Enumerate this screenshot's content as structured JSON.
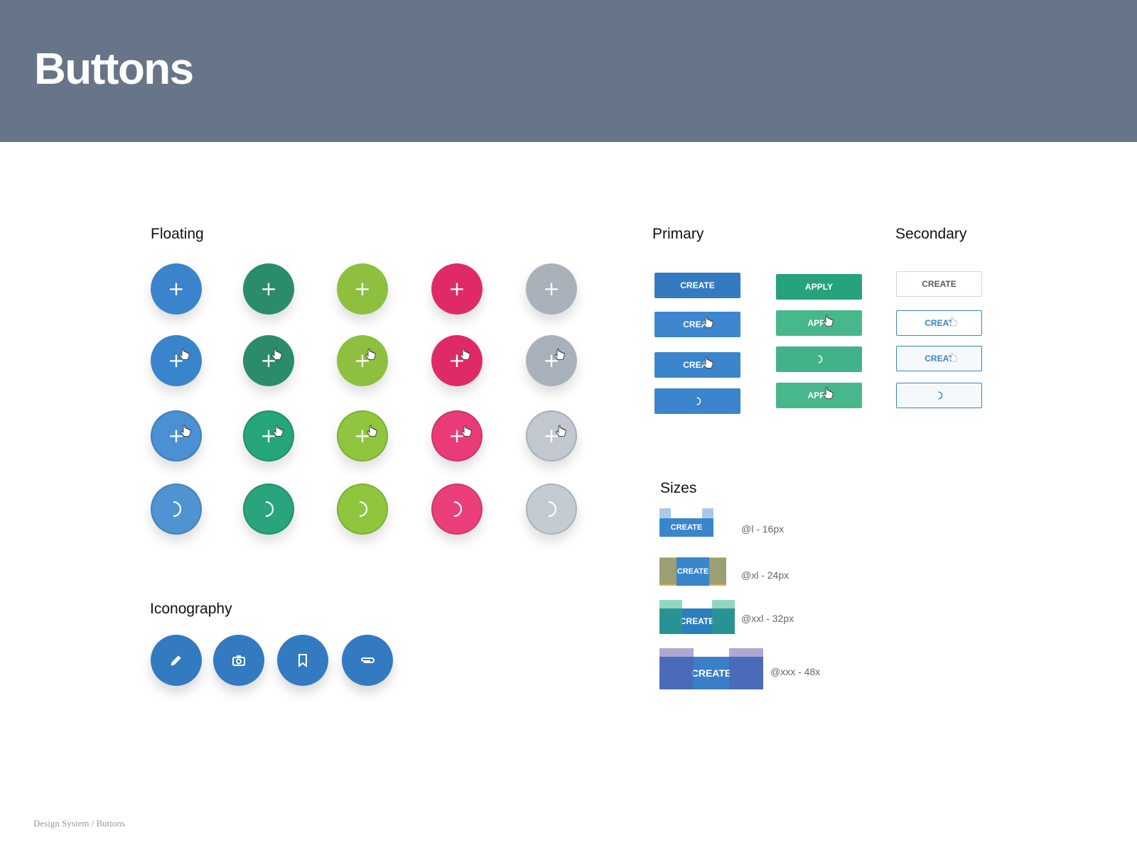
{
  "header": {
    "title": "Buttons"
  },
  "sections": {
    "floating": "Floating",
    "primary": "Primary",
    "secondary": "Secondary",
    "sizes": "Sizes",
    "iconography": "Iconography"
  },
  "floating": {
    "plus_glyph": "+",
    "colors": {
      "blue": [
        "#3a84cc",
        "#3a84cc",
        "#4a90d2",
        "#4f93d3"
      ],
      "green": [
        "#2a8c6a",
        "#2a8c6a",
        "#25a57a",
        "#28a57c"
      ],
      "lime": [
        "#8ebf3e",
        "#8ebf3e",
        "#8fc63d",
        "#8fc63d"
      ],
      "pink": [
        "#e02a68",
        "#e02a68",
        "#e93b78",
        "#ea3f7a"
      ],
      "gray": [
        "#a9b1bb",
        "#a9b1bb",
        "#c2c8d0",
        "#c5cbd2"
      ]
    }
  },
  "primary": {
    "create_label": "CREATE",
    "create_hover": "CREAT",
    "apply_label": "APPLY",
    "apply_hover": "APPL",
    "blue": "#337ac0",
    "blue_hover": "#3d87cf",
    "green": "#27a27b",
    "green_hover": "#3fb489"
  },
  "secondary": {
    "create_label": "CREATE",
    "create_hover": "CREAT"
  },
  "sizes": {
    "items": [
      {
        "label": "CREATE",
        "caption": "@l - 16px"
      },
      {
        "label": "CREATE",
        "caption": "@xl - 24px"
      },
      {
        "label": "CREATE",
        "caption": "@xxl - 32px"
      },
      {
        "label": "CREATE",
        "caption": "@xxx - 48x"
      }
    ]
  },
  "iconography": {
    "icons": [
      "pencil-icon",
      "camera-icon",
      "bookmark-icon",
      "paperclip-icon"
    ],
    "color": "#337ac0"
  },
  "footer": {
    "text": "Design System / Buttons"
  }
}
